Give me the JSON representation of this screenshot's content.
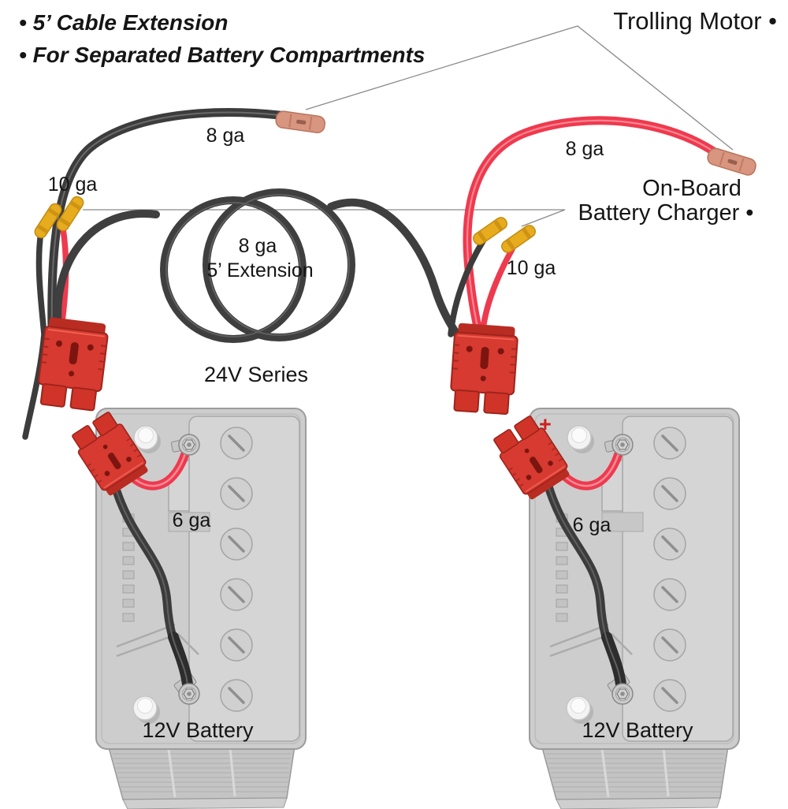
{
  "bullets": {
    "line1": "• 5’ Cable Extension",
    "line2": "• For Separated Battery Compartments"
  },
  "callouts": {
    "trolling_motor": "Trolling Motor •",
    "onboard_charger_line1": "On-Board",
    "onboard_charger_line2": "Battery Charger •"
  },
  "wire_labels": {
    "left_motor_lead": "8 ga",
    "right_motor_lead": "8 ga",
    "left_charger_leads": "10 ga",
    "right_charger_leads": "10 ga",
    "extension_gauge": "8 ga",
    "extension_length": "5’ Extension",
    "left_battery_jumper": "6 ga",
    "right_battery_jumper": "6 ga"
  },
  "system_label": "24V Series",
  "batteries": {
    "left": {
      "label": "12V Battery"
    },
    "right": {
      "label": "12V Battery",
      "positive_mark": "+"
    }
  },
  "colors": {
    "cable_black": "#3c3c3c",
    "cable_red": "#ee3a4e",
    "connector_red": "#d63a30",
    "butt_connector_yellow": "#e7ac1e",
    "butt_connector_copper": "#d8957f",
    "battery_gray": "#cdcdcd",
    "leader_line_gray": "#8a8a8a"
  }
}
